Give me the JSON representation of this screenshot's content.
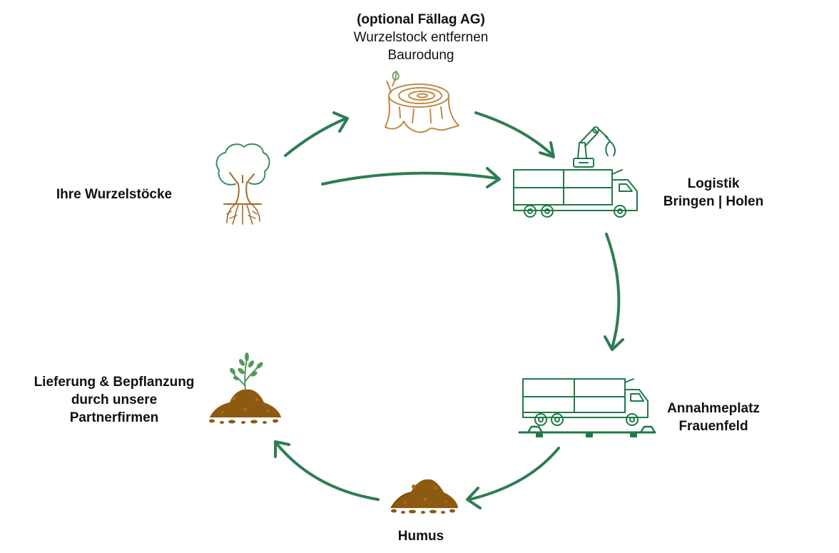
{
  "colors": {
    "arrow": "#2e7d52",
    "icon_green": "#3a8f5b",
    "icon_brown": "#b07a3a",
    "soil": "#8e5a12",
    "sprout": "#4f9a5c",
    "text": "#111111"
  },
  "nodes": {
    "stump": {
      "icon": "tree-stump-icon",
      "lines": [
        "(optional Fällag AG)",
        "Wurzelstock entfernen",
        "Baurodung"
      ]
    },
    "tree": {
      "icon": "tree-with-roots-icon",
      "lines": [
        "Ihre Wurzelstöcke"
      ]
    },
    "logistik": {
      "icon": "crane-truck-icon",
      "lines": [
        "Logistik",
        "Bringen | Holen"
      ]
    },
    "annahme": {
      "icon": "truck-on-scale-icon",
      "lines": [
        "Annahmeplatz",
        "Frauenfeld"
      ]
    },
    "humus": {
      "icon": "soil-pile-icon",
      "lines": [
        "Humus"
      ]
    },
    "lieferung": {
      "icon": "soil-with-plant-icon",
      "lines": [
        "Lieferung & Bepflanzung",
        "durch unsere",
        "Partnerfirmen"
      ]
    }
  }
}
